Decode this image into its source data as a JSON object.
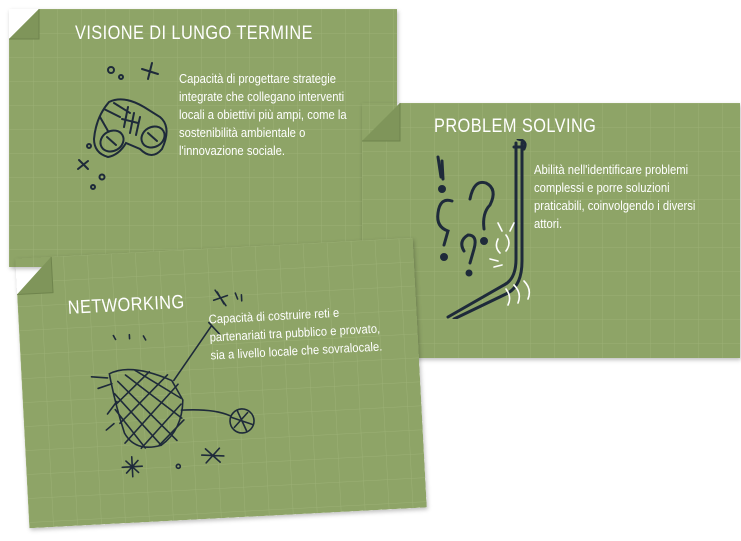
{
  "colors": {
    "card": "#8ea467",
    "card_dark": "#7f955a",
    "grid": "#9db277",
    "ink": "#1e2a3a",
    "text": "#ffffff"
  },
  "cards": {
    "vision": {
      "title": "VISIONE DI LUNGO TERMINE",
      "text": "Capacità di progettare strategie integrate che collegano interventi locali a obiettivi più ampi, come la sostenibilità ambientale o l'innovazione sociale.",
      "icon": "binoculars-icon"
    },
    "problem": {
      "title": "PROBLEM SOLVING",
      "text": "Abilità nell'identificare problemi complessi e porre soluzioni praticabili, coinvolgendo i diversi attori.",
      "icon": "leaking-pipe-icon"
    },
    "networking": {
      "title": "NETWORKING",
      "text": "Capacità di costruire reti e partenariati tra pubblico e provato, sia a livello locale che sovralocale.",
      "icon": "net-icon"
    }
  }
}
